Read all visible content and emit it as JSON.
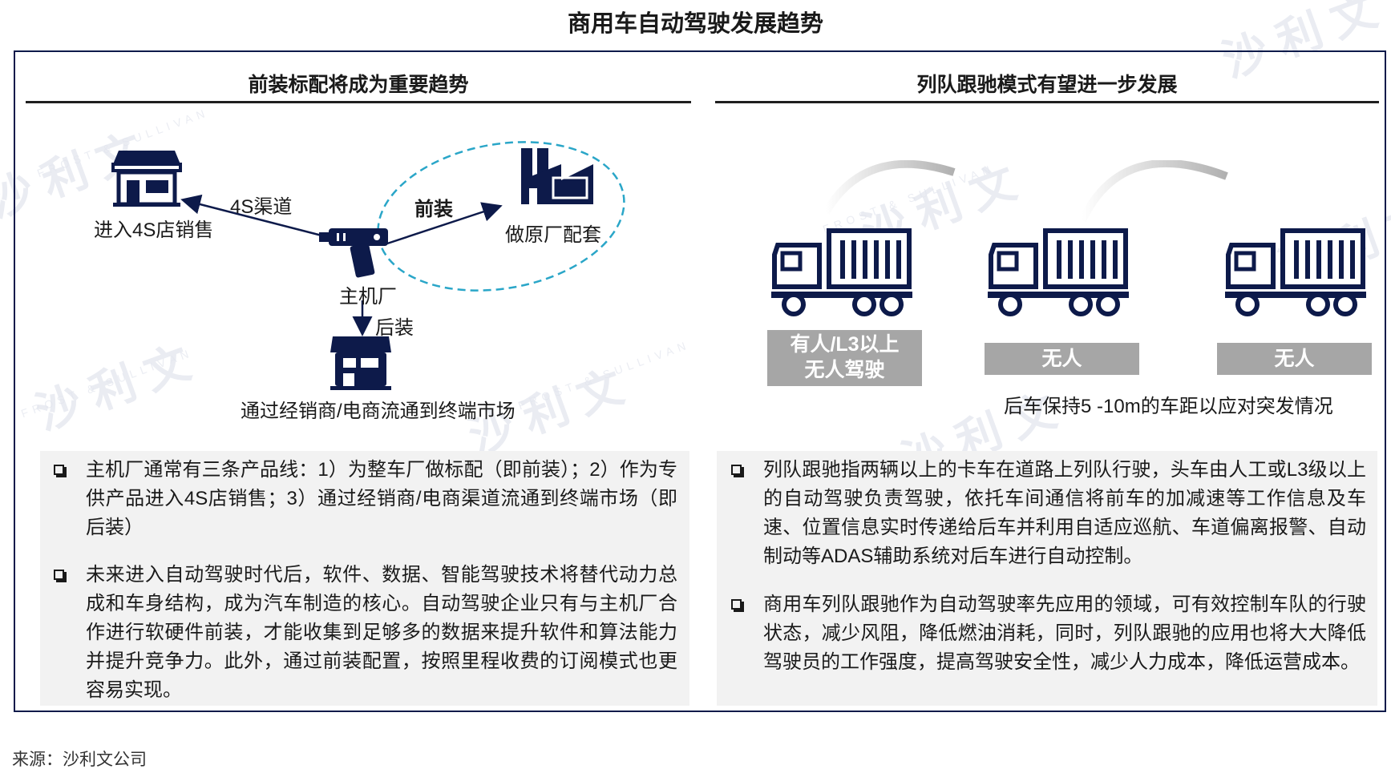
{
  "title": "商用车自动驾驶发展趋势",
  "left": {
    "heading": "前装标配将成为重要趋势",
    "diagram": {
      "center_label": "主机厂",
      "dealer_label": "进入4S店销售",
      "channel_4s": "4S渠道",
      "oem_label": "做原厂配套",
      "front_label": "前装",
      "after_label": "后装",
      "market_label": "通过经销商/电商流通到终端市场"
    },
    "bullets": [
      "主机厂通常有三条产品线：1）为整车厂做标配（即前装）；2）作为专供产品进入4S店销售；3）通过经销商/电商渠道流通到终端市场（即后装）",
      "未来进入自动驾驶时代后，软件、数据、智能驾驶技术将替代动力总成和车身结构，成为汽车制造的核心。自动驾驶企业只有与主机厂合作进行软硬件前装，才能收集到足够多的数据来提升软件和算法能力并提升竞争力。此外，通过前装配置，按照里程收费的订阅模式也更容易实现。"
    ]
  },
  "right": {
    "heading": "列队跟驰模式有望进一步发展",
    "trucks": [
      {
        "label_line1": "有人/L3以上",
        "label_line2": "无人驾驶"
      },
      {
        "label_line1": "无人",
        "label_line2": ""
      },
      {
        "label_line1": "无人",
        "label_line2": ""
      }
    ],
    "distance_note": "后车保持5 -10m的车距以应对突发情况",
    "bullets": [
      "列队跟驰指两辆以上的卡车在道路上列队行驶，头车由人工或L3级以上的自动驾驶负责驾驶，依托车间通信将前车的加减速等工作信息及车速、位置信息实时传递给后车并利用自适应巡航、车道偏离报警、自动制动等ADAS辅助系统对后车进行自动控制。",
      "商用车列队跟驰作为自动驾驶率先应用的领域，可有效控制车队的行驶状态，减少风阻，降低燃油消耗，同时，列队跟驰的应用也将大大降低驾驶员的工作强度，提高驾驶安全性，减少人力成本，降低运营成本。"
    ]
  },
  "source": "来源：沙利文公司",
  "watermark": {
    "cn": "沙 利 文",
    "en": "FROST & SULLIVAN"
  },
  "colors": {
    "navy": "#0d1a4a",
    "teal_dash": "#2aa6c8",
    "grey_label": "#a6a6a6",
    "box_bg": "#f2f2f2"
  }
}
